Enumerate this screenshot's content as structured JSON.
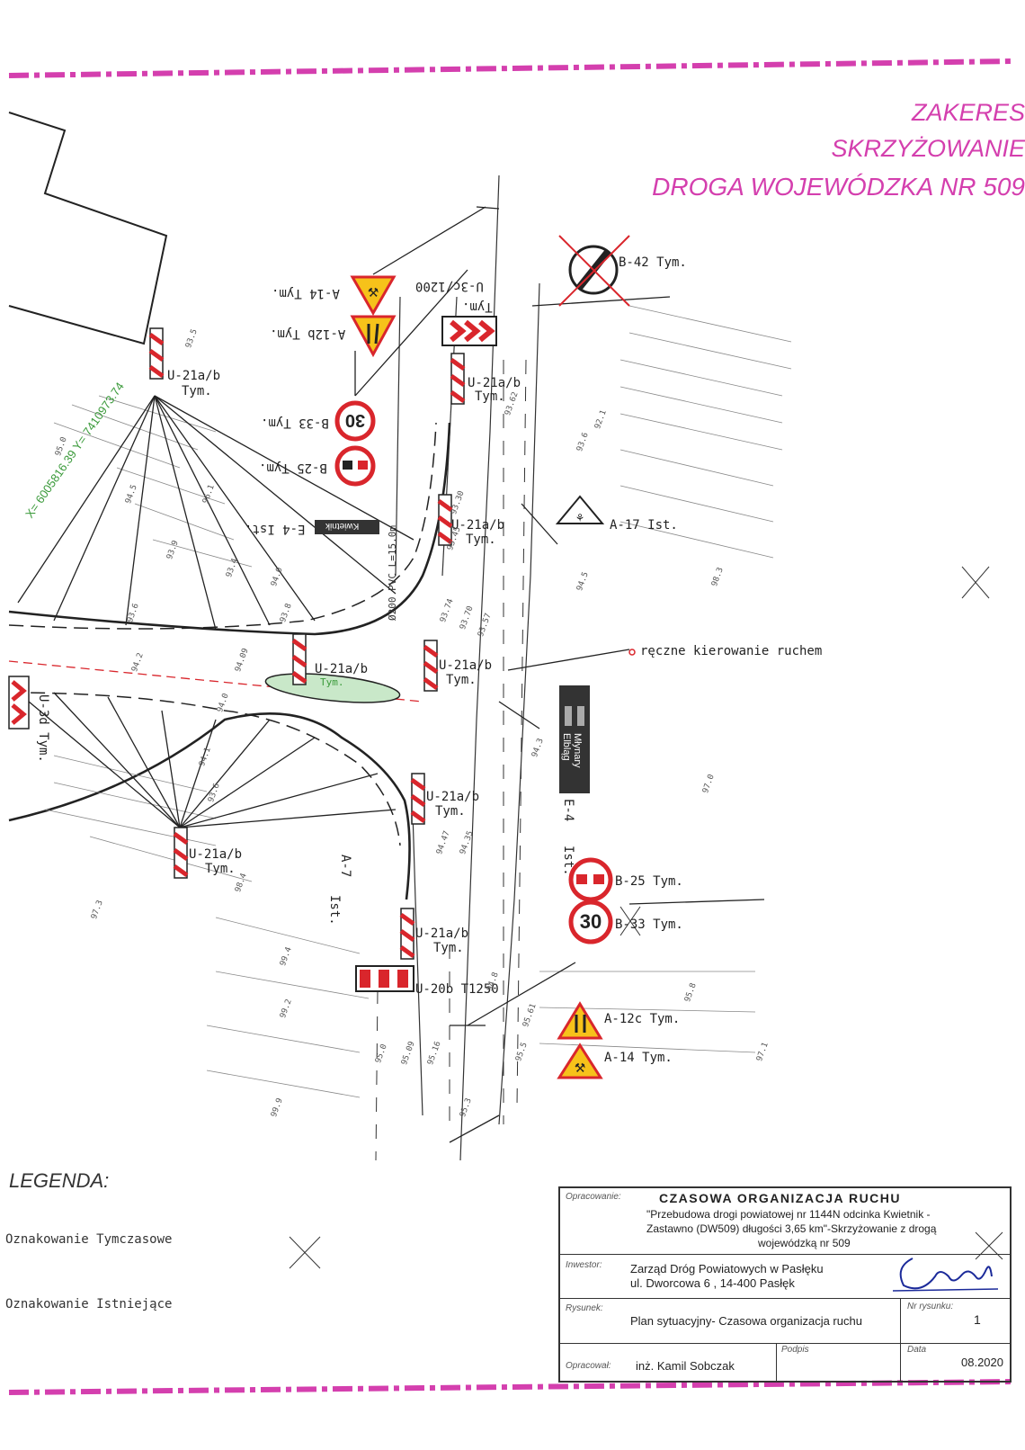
{
  "colors": {
    "accent_pink": "#d43fae",
    "line": "#2a2a2a",
    "sign_red": "#d9262c",
    "sign_yellow": "#f6c21a",
    "survey_green": "#3a9a3a"
  },
  "header": {
    "title_line1": "ZAKERES",
    "title_line2": "SKRZYŻOWANIE",
    "title_line3": "DROGA WOJEWÓDZKA NR 509"
  },
  "map": {
    "survey_coords": "X= 6005816.39 Y= 7410973.74",
    "pipe_label": "Ø200 PVC L=15.0m",
    "labels": {
      "b42": "B-42 Tym.",
      "a14_top": "A-14 Tym.",
      "u3c": "U-3c/1200",
      "a12b": "A-12b Tym.",
      "u3c_tym": "Tym.",
      "u21_1": "U-21a/b",
      "u21_1_t": "Tym.",
      "u21_2": "U-21a/b",
      "u21_2_t": "Tym.",
      "b33_top": "B-33 Tym.",
      "b25_top": "B-25 Tym.",
      "e4_top": "E-4 Ist.",
      "kwietnik": "Kwietnik",
      "u21_3": "U-21a/b",
      "u21_3_t": "Tym.",
      "a17": "A-17  Ist.",
      "u21_4": "U-21a/b",
      "u21_4_t": "Tym.",
      "u21_5": "U-21a/b",
      "u21_5_t": "Tym.",
      "reczne": "ręczne kierowanie ruchem",
      "u3d": "U-3d Tym.",
      "elblag": "Elbląg",
      "mlynary": "Młynary",
      "e4_bottom": "E-4",
      "e4_bottom_ist": "Ist.",
      "u21_6": "U-21a/b",
      "u21_6_t": "Tym.",
      "u21_7": "U-21a/b",
      "u21_7_t": "Tym.",
      "a7": "A-7",
      "a7_ist": "Ist.",
      "b25_bottom": "B-25 Tym.",
      "b33_bottom": "B-33 Tym.",
      "u21_8": "U-21a/b",
      "u21_8_t": "Tym.",
      "u20b": "U-20b T1250",
      "a12c": "A-12c Tym.",
      "a14_bottom": "A-14  Tym.",
      "speed_top": "30",
      "speed_bottom": "30"
    },
    "spot_heights": [
      "93.5",
      "95.0",
      "94.5",
      "93.9",
      "96.1",
      "93.4",
      "93.6",
      "94.0",
      "93.8",
      "94.2",
      "94.09",
      "93.74",
      "93.70",
      "93.57",
      "93.45",
      "93.30",
      "93.62",
      "92.1",
      "93.6",
      "94.5",
      "98.3",
      "97.0",
      "94.3",
      "94.0",
      "94.1",
      "93.6",
      "94.47",
      "94.35",
      "98.4",
      "97.3",
      "99.4",
      "99.2",
      "99.9",
      "95.0",
      "95.09",
      "95.16",
      "95.3",
      "95.5",
      "95.61",
      "95.8",
      "97.1",
      "94.8"
    ]
  },
  "legend": {
    "title": "LEGENDA:",
    "item1": "Oznakowanie  Tymczasowe",
    "item2": "Oznakowanie  Istniejące"
  },
  "title_block": {
    "opracowanie_label": "Opracowanie:",
    "heading": "CZASOWA  ORGANIZACJA  RUCHU",
    "project_line1": "\"Przebudowa drogi powiatowej nr 1144N odcinka Kwietnik -",
    "project_line2": "Zastawno (DW509) długości 3,65 km\"-Skrzyżowanie z drogą",
    "project_line3": "wojewódzką nr 509",
    "inwestor_label": "Inwestor:",
    "inwestor_line1": "Zarząd Dróg Powiatowych w Pasłęku",
    "inwestor_line2": "ul. Dworcowa 6 , 14-400 Pasłęk",
    "rysunek_label": "Rysunek:",
    "rysunek_value": "Plan sytuacyjny- Czasowa organizacja ruchu",
    "nr_label": "Nr rysunku:",
    "nr_value": "1",
    "opracowal_label": "Opracował:",
    "opracowal_value": "inż. Kamil Sobczak",
    "podpis_label": "Podpis",
    "data_label": "Data",
    "data_value": "08.2020"
  }
}
